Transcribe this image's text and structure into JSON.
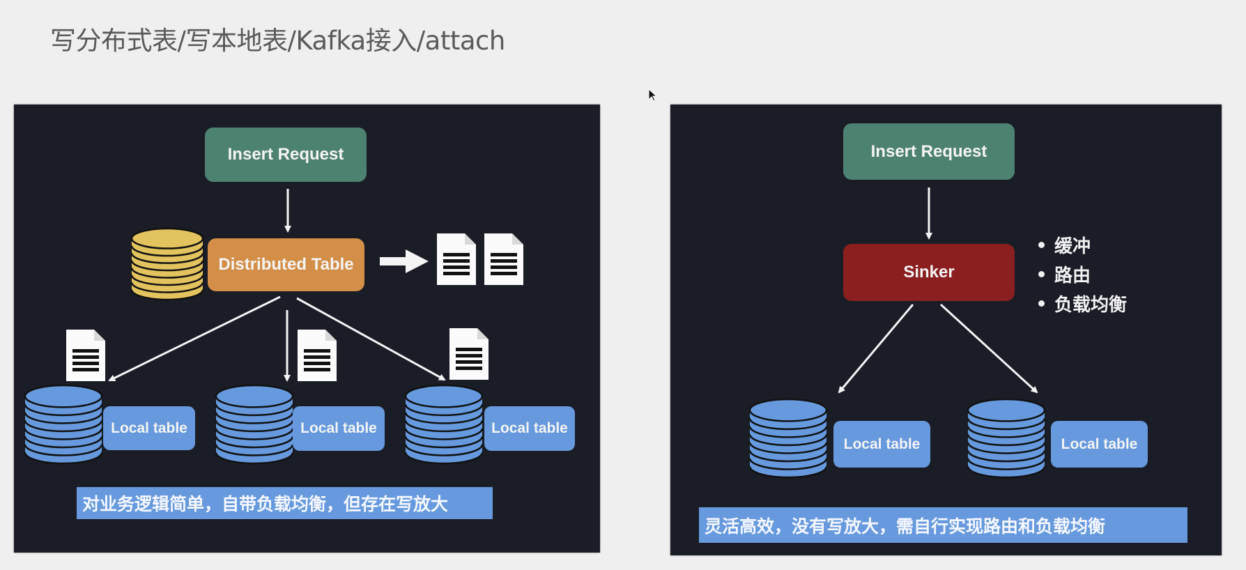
{
  "title": "写分布式表/写本地表/Kafka接入/attach",
  "left_diagram": {
    "insert_request": "Insert Request",
    "distributed_table": "Distributed Table",
    "local_tables": [
      "Local table",
      "Local table",
      "Local table"
    ],
    "caption": "对业务逻辑简单，自带负载均衡，但存在写放大"
  },
  "right_diagram": {
    "insert_request": "Insert Request",
    "sinker": "Sinker",
    "sinker_features": [
      "缓冲",
      "路由",
      "负载均衡"
    ],
    "local_tables": [
      "Local table",
      "Local table"
    ],
    "caption": "灵活高效，没有写放大，需自行实现路由和负载均衡"
  },
  "colors": {
    "panel_bg": "#1a1d26",
    "insert_request": "#4e8270",
    "distributed_table": "#d38e47",
    "sinker": "#8b1f1f",
    "local_table": "#6699dd",
    "distributed_db_icon": "#e2c35d",
    "local_db_icon": "#6699dd"
  }
}
